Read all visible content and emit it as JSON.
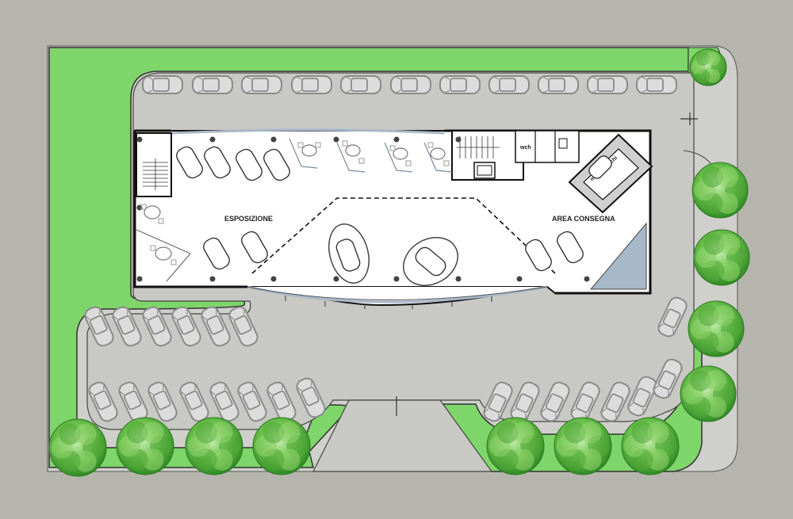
{
  "labels": {
    "exhibition": "ESPOSIZIONE",
    "delivery": "AREA CONSEGNA",
    "lift": "montacarichi",
    "wc": "wch"
  },
  "colors": {
    "background": "#b5b5ad",
    "grass": "#7ed56a",
    "paving": "#c8c8c4",
    "floor": "#ffffff",
    "wall": "#111111",
    "car": "#8f8f8f",
    "tree": "#58b03a",
    "glass": "#a7b8c8"
  },
  "icons": [
    "car-icon",
    "tree-icon",
    "table-icon",
    "stairs-icon",
    "column-icon"
  ]
}
